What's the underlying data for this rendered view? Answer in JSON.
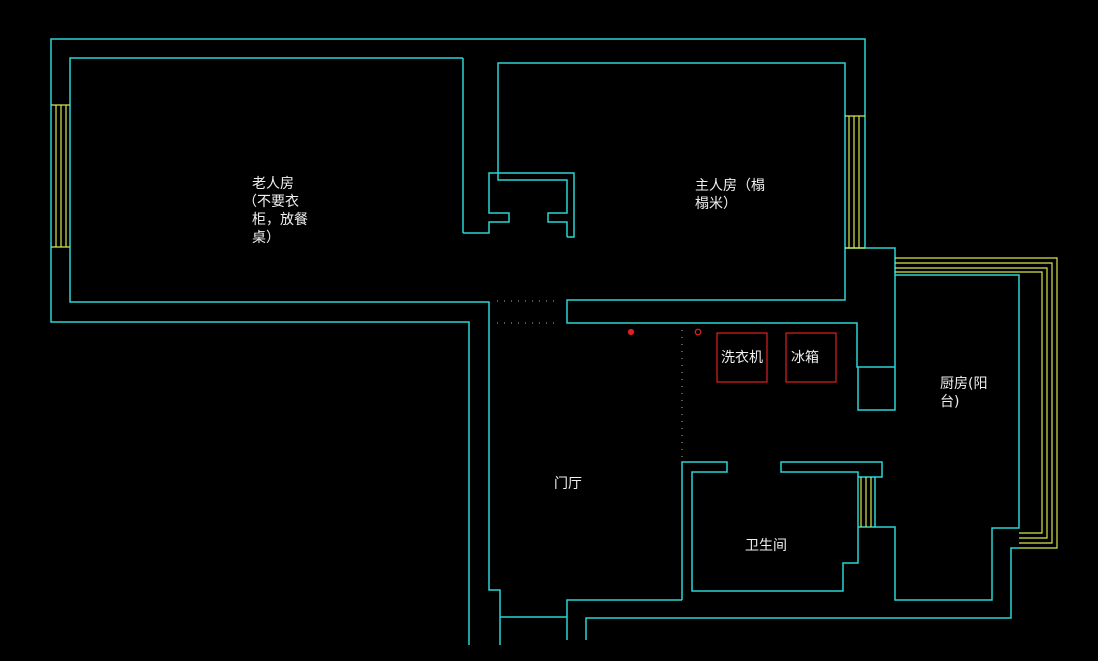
{
  "plan": {
    "rooms": {
      "elderly_room": {
        "lines": [
          "老人房",
          "（不要衣",
          "柜，放餐",
          "桌）"
        ]
      },
      "master_room": {
        "lines": [
          "主人房（榻",
          "榻米）"
        ]
      },
      "kitchen": {
        "lines": [
          "厨房(阳",
          "台)"
        ]
      },
      "foyer": {
        "lines": [
          "门厅"
        ]
      },
      "bathroom": {
        "lines": [
          "卫生间"
        ]
      }
    },
    "appliances": {
      "washer": "洗衣机",
      "fridge": "冰箱"
    },
    "colors": {
      "background": "#000000",
      "wall": "#2ad4d4",
      "window": "#d8e64a",
      "appliance": "#e02020",
      "label": "#f0f0f0",
      "dotted_line": "#b0b0b0"
    }
  }
}
